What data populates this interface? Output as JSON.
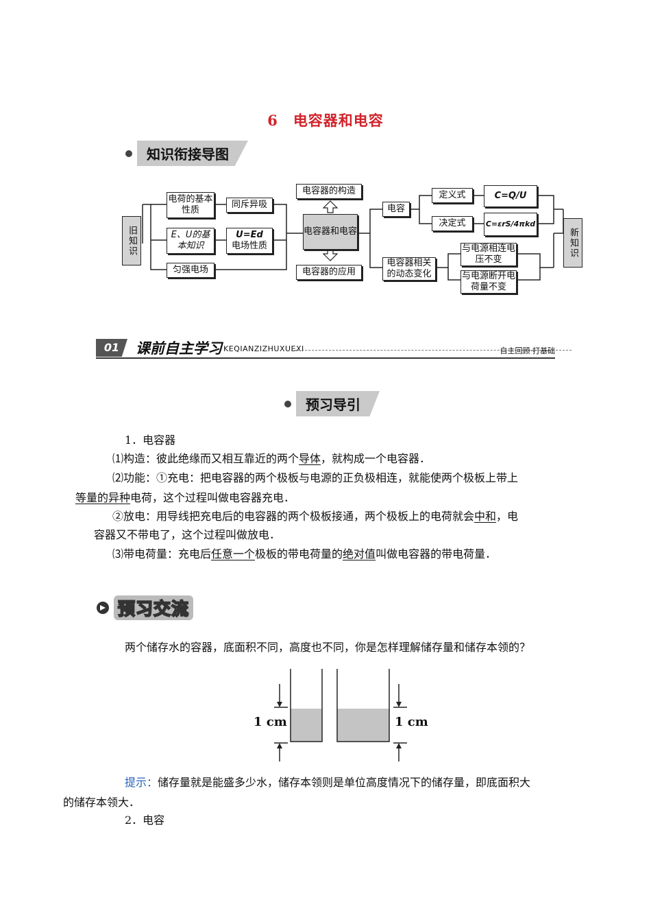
{
  "title": {
    "number": "6",
    "text": "电容器和电容"
  },
  "banner1": "知识衔接导图",
  "diagram": {
    "old_knowledge": "旧知识",
    "new_knowledge": "新知识",
    "charge_nature": "电荷的基本性质",
    "repel_attract": "同斥异吸",
    "eu_basic": "E、U的基本知识",
    "ued": "U=Ed",
    "field_nature": "电场性质",
    "uniform_field": "匀强电场",
    "capacitor_structure": "电容器的构造",
    "capacitor_and_capacitance": "电容器和电容",
    "capacitor_application": "电容器的应用",
    "capacitance": "电容",
    "definition": "定义式",
    "decision": "决定式",
    "formula1": "C=Q/U",
    "formula2": "C=εrS/4πkd",
    "dynamic": "电容器相关的动态变化",
    "connected": "与电源相连电压不变",
    "disconnected": "与电源断开电荷量不变"
  },
  "section": {
    "number": "01",
    "title": "课前自主学习",
    "pinyin": "KEQIANZIZHUXUEXI",
    "right": "自主回顾·打基础"
  },
  "banner2": "预习导引",
  "content": {
    "h1": "1．电容器",
    "p1_a": "⑴构造：彼此绝缘而又相互靠近的两个",
    "p1_u": "导体",
    "p1_b": "，就构成一个电容器．",
    "p2_a": "⑵功能：①充电：把电容器的两个极板与电源的正负极相连，就能使两个极板上带上",
    "p2_u1": "等量的",
    "p2_u2": "异种",
    "p2_b": "电荷，这个过程叫做电容器充电．",
    "p3_a": "②放电：用导线把充电后的电容器的两个极板接通，两个极板上的电荷就会",
    "p3_u": "中和",
    "p3_b": "，电",
    "p3_c": "容器又不带电了，这个过程叫做放电．",
    "p4_a": "⑶带电荷量：充电后",
    "p4_u1": "任意一个",
    "p4_b": "极板的带电荷量的",
    "p4_u2": "绝对值",
    "p4_c": "叫做电容器的带电荷量．"
  },
  "banner3": "预习交流",
  "question": "两个储存水的容器，底面积不同，高度也不同，你是怎样理解储存量和储存本领的？",
  "figure": {
    "label_left": "1 cm",
    "label_right": "1 cm"
  },
  "hint": {
    "label": "提示：",
    "text_a": "储存量就是能盛多少水，储存本领则是单位高度情况下的储存量，即底面积大",
    "text_b": "的储存本领大．"
  },
  "h2": "2．电容"
}
